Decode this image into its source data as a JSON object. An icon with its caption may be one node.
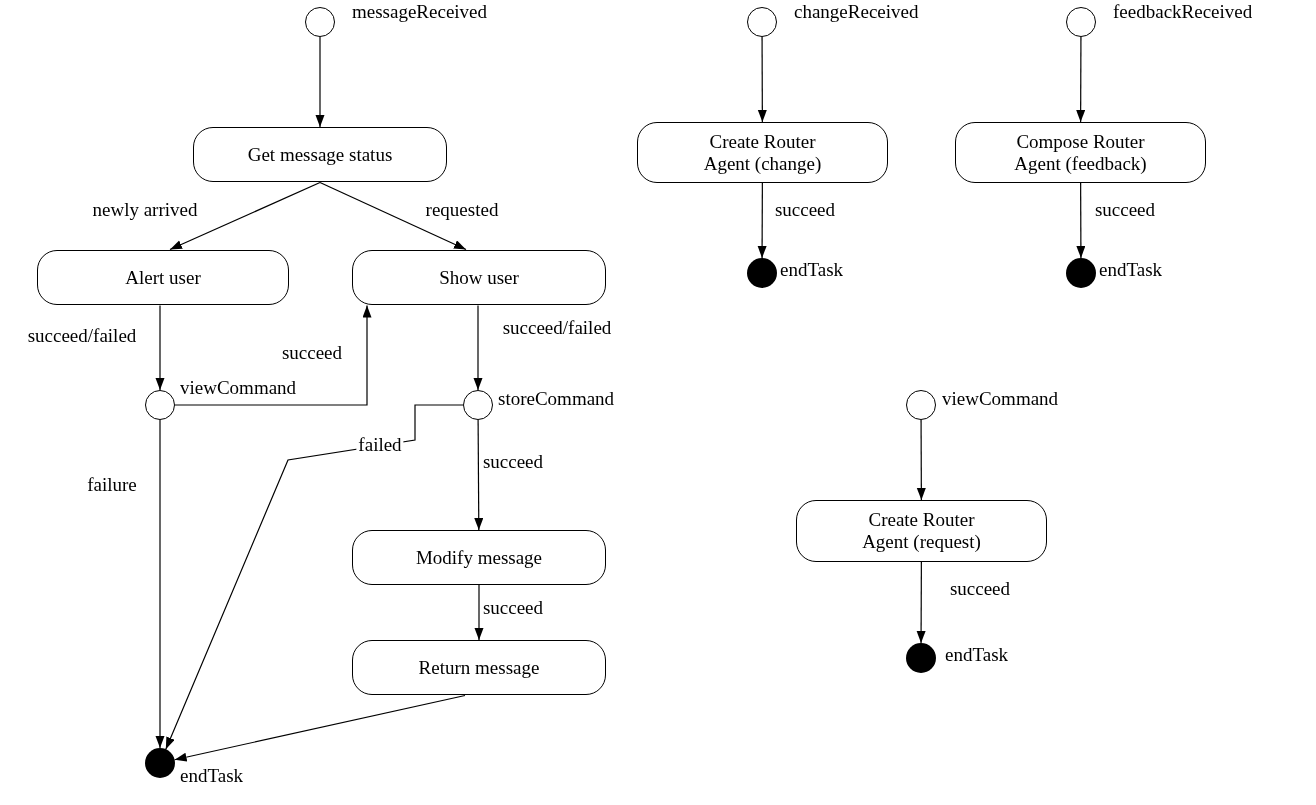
{
  "diagram": {
    "nodes": [
      {
        "text": [],
        "shape": "circle",
        "beside": [
          "messageReceived"
        ]
      },
      {
        "text": [
          "Get message status"
        ]
      },
      {
        "text": [
          "Alert user"
        ]
      },
      {
        "text": [
          "Show user"
        ]
      },
      {
        "text": [],
        "shape": "circle",
        "beside": [
          "viewCommand"
        ]
      },
      {
        "text": [],
        "shape": "circle",
        "beside": [
          "storeCommand"
        ]
      },
      {
        "text": [
          "Modify message"
        ]
      },
      {
        "text": [
          "Return message"
        ]
      },
      {
        "text": [],
        "shape": "dot",
        "beside": [
          "endTask"
        ]
      },
      {
        "text": [],
        "shape": "circle",
        "beside": [
          "changeReceived"
        ]
      },
      {
        "text": [
          "Create Router Agent (change)"
        ]
      },
      {
        "text": [],
        "shape": "dot",
        "beside": [
          "endTask"
        ]
      },
      {
        "text": [],
        "shape": "circle",
        "beside": [
          "feedbackReceived"
        ]
      },
      {
        "text": [
          "Compose Router Agent (feedback)"
        ]
      },
      {
        "text": [],
        "shape": "dot",
        "beside": [
          "endTask"
        ]
      },
      {
        "text": [],
        "shape": "circle",
        "beside": [
          "viewCommand"
        ]
      },
      {
        "text": [
          "Create Router Agent (request)"
        ]
      },
      {
        "text": [],
        "shape": "dot",
        "beside": [
          "endTask"
        ]
      }
    ],
    "edges": [
      {
        "from": 0,
        "to": 1,
        "arrow": "to"
      },
      {
        "from": 1,
        "to": 2,
        "arrow": "to",
        "label": "newly arrived"
      },
      {
        "from": 1,
        "to": 3,
        "arrow": "to",
        "label": "requested"
      },
      {
        "from": 2,
        "to": 4,
        "arrow": "to",
        "label": "succeed/failed"
      },
      {
        "from": 3,
        "to": 5,
        "arrow": "to",
        "label": "succeed/failed"
      },
      {
        "from": 4,
        "to": 3,
        "arrow": "to",
        "label": "succeed"
      },
      {
        "from": 4,
        "to": 8,
        "arrow": "to",
        "label": "failure"
      },
      {
        "from": 5,
        "to": 8,
        "arrow": "to",
        "label": "failed"
      },
      {
        "from": 5,
        "to": 6,
        "arrow": "to",
        "label": "succeed"
      },
      {
        "from": 6,
        "to": 7,
        "arrow": "to",
        "label": "succeed"
      },
      {
        "from": 7,
        "to": 8,
        "arrow": "to"
      },
      {
        "from": 9,
        "to": 10,
        "arrow": "to"
      },
      {
        "from": 10,
        "to": 11,
        "arrow": "to",
        "label": "succeed"
      },
      {
        "from": 12,
        "to": 13,
        "arrow": "to"
      },
      {
        "from": 13,
        "to": 14,
        "arrow": "to",
        "label": "succeed"
      },
      {
        "from": 15,
        "to": 16,
        "arrow": "to"
      },
      {
        "from": 16,
        "to": 17,
        "arrow": "to",
        "label": "succeed"
      }
    ]
  }
}
